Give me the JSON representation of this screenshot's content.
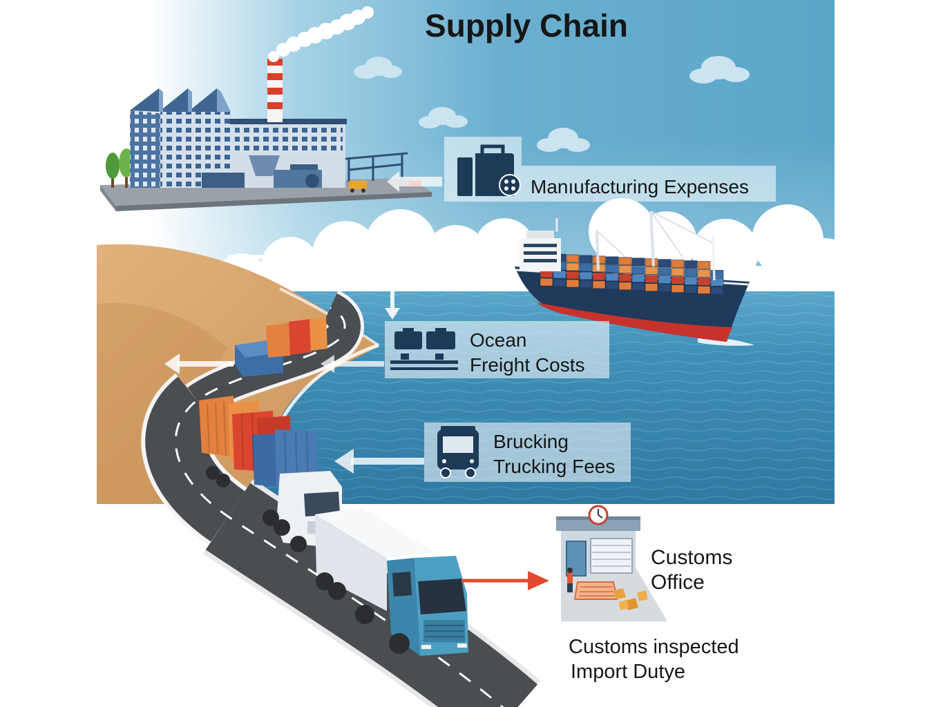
{
  "title": "Supply Chain",
  "labels": {
    "manufacturing": "Manıufacturing Expenses",
    "ocean_freight": {
      "line1": "Ocean",
      "line2": "Freight Costs"
    },
    "trucking": {
      "line1": "Brucking",
      "line2": "Trucking Fees"
    },
    "customs_office": {
      "line1": "Customs",
      "line2": "Office"
    },
    "import_duty": {
      "line1": "Customs inspected",
      "line2": "Import Dutye"
    }
  },
  "icons": {
    "manufacturing": "factory-gear-icon",
    "ocean_freight": "shipping-container-icon",
    "trucking": "truck-icon",
    "customs": "clock-icon"
  },
  "colors": {
    "sky": "#5ba7ca",
    "sea": "#3d8db6",
    "sand": "#d9a56a",
    "icon_navy": "#1d3a57",
    "arrow_red": "#e24a2f",
    "label_text": "#161616"
  }
}
